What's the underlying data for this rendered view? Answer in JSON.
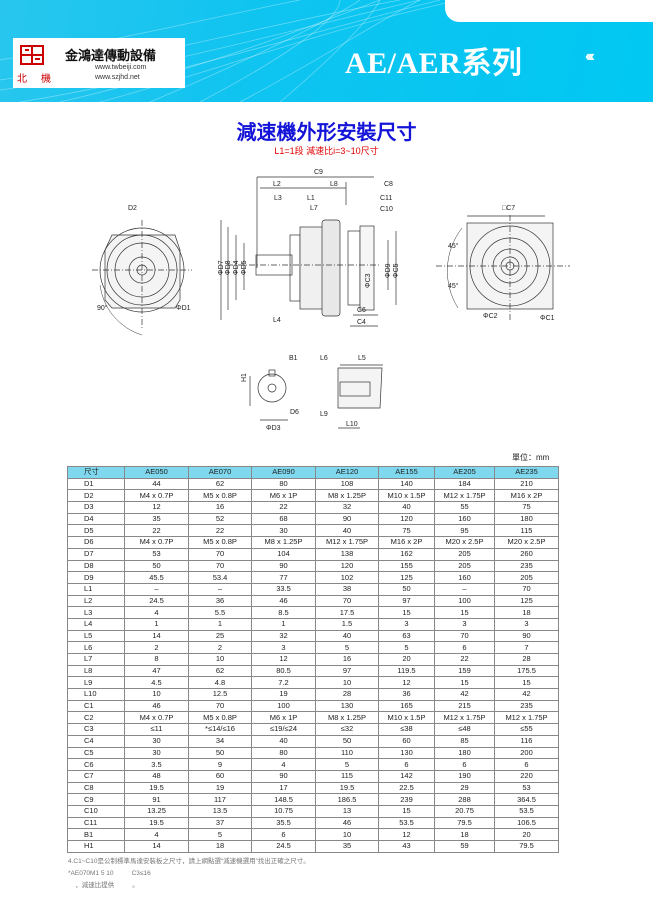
{
  "header": {
    "company": "金鴻達傳動設備",
    "logo_text": "北機",
    "urls": [
      "www.twbeiji.com",
      "www.szjhd.net"
    ],
    "series_title": "AE/AER系列",
    "chevrons": "‹‹‹",
    "brand_color": "#00c8f2"
  },
  "title": "減速機外形安裝尺寸",
  "subtitle": "L1=1段 減速比i=3~10尺寸",
  "drawing_labels": {
    "c9": "C9",
    "l2": "L2",
    "l8": "L8",
    "c8": "C8",
    "l3": "L3",
    "l1": "L1",
    "l7": "L7",
    "c11": "C11",
    "c10": "C10",
    "d7": "ΦD7",
    "d8": "ΦD8",
    "d4": "ΦD4",
    "d5": "ΦD5",
    "d9": "ΦD9",
    "c5": "ΦC5",
    "c3": "ΦC3",
    "l4": "L4",
    "c6": "C6",
    "c4": "C4",
    "d2": "D2",
    "d1": "ΦD1",
    "c7": "□C7",
    "c2": "ΦC2",
    "c1": "ΦC1",
    "a45a": "45°",
    "a45b": "45°",
    "a90": "90°",
    "b1": "B1",
    "h1": "H1",
    "d6": "D6",
    "d3": "ΦD3",
    "l6": "L6",
    "l5": "L5",
    "l9": "L9",
    "l10": "L10"
  },
  "unit": "單位：mm",
  "table": {
    "headers": [
      "尺寸",
      "AE050",
      "AE070",
      "AE090",
      "AE120",
      "AE155",
      "AE205",
      "AE235"
    ],
    "rows": [
      [
        "D1",
        "44",
        "62",
        "80",
        "108",
        "140",
        "184",
        "210"
      ],
      [
        "D2",
        "M4 x 0.7P",
        "M5 x 0.8P",
        "M6 x 1P",
        "M8 x 1.25P",
        "M10 x 1.5P",
        "M12 x 1.75P",
        "M16 x 2P"
      ],
      [
        "D3",
        "12",
        "16",
        "22",
        "32",
        "40",
        "55",
        "75"
      ],
      [
        "D4",
        "35",
        "52",
        "68",
        "90",
        "120",
        "160",
        "180"
      ],
      [
        "D5",
        "22",
        "22",
        "30",
        "40",
        "75",
        "95",
        "115"
      ],
      [
        "D6",
        "M4 x 0.7P",
        "M5 x 0.8P",
        "M8 x 1.25P",
        "M12 x 1.75P",
        "M16 x 2P",
        "M20 x 2.5P",
        "M20 x 2.5P"
      ],
      [
        "D7",
        "53",
        "70",
        "104",
        "138",
        "162",
        "205",
        "260"
      ],
      [
        "D8",
        "50",
        "70",
        "90",
        "120",
        "155",
        "205",
        "235"
      ],
      [
        "D9",
        "45.5",
        "53.4",
        "77",
        "102",
        "125",
        "160",
        "205"
      ],
      [
        "L1",
        "–",
        "–",
        "33.5",
        "38",
        "50",
        "–",
        "70"
      ],
      [
        "L2",
        "24.5",
        "36",
        "46",
        "70",
        "97",
        "100",
        "125"
      ],
      [
        "L3",
        "4",
        "5.5",
        "8.5",
        "17.5",
        "15",
        "15",
        "18"
      ],
      [
        "L4",
        "1",
        "1",
        "1",
        "1.5",
        "3",
        "3",
        "3"
      ],
      [
        "L5",
        "14",
        "25",
        "32",
        "40",
        "63",
        "70",
        "90"
      ],
      [
        "L6",
        "2",
        "2",
        "3",
        "5",
        "5",
        "6",
        "7"
      ],
      [
        "L7",
        "8",
        "10",
        "12",
        "16",
        "20",
        "22",
        "28"
      ],
      [
        "L8",
        "47",
        "62",
        "80.5",
        "97",
        "119.5",
        "159",
        "175.5"
      ],
      [
        "L9",
        "4.5",
        "4.8",
        "7.2",
        "10",
        "12",
        "15",
        "15"
      ],
      [
        "L10",
        "10",
        "12.5",
        "19",
        "28",
        "36",
        "42",
        "42"
      ],
      [
        "C1",
        "46",
        "70",
        "100",
        "130",
        "165",
        "215",
        "235"
      ],
      [
        "C2",
        "M4 x 0.7P",
        "M5 x 0.8P",
        "M6 x 1P",
        "M8 x 1.25P",
        "M10 x 1.5P",
        "M12 x 1.75P",
        "M12 x 1.75P"
      ],
      [
        "C3",
        "≤11",
        "*≤14/≤16",
        "≤19/≤24",
        "≤32",
        "≤38",
        "≤48",
        "≤55"
      ],
      [
        "C4",
        "30",
        "34",
        "40",
        "50",
        "60",
        "85",
        "116"
      ],
      [
        "C5",
        "30",
        "50",
        "80",
        "110",
        "130",
        "180",
        "200"
      ],
      [
        "C6",
        "3.5",
        "9",
        "4",
        "5",
        "6",
        "6",
        "6"
      ],
      [
        "C7",
        "48",
        "60",
        "90",
        "115",
        "142",
        "190",
        "220"
      ],
      [
        "C8",
        "19.5",
        "19",
        "17",
        "19.5",
        "22.5",
        "29",
        "53"
      ],
      [
        "C9",
        "91",
        "117",
        "148.5",
        "186.5",
        "239",
        "288",
        "364.5"
      ],
      [
        "C10",
        "13.25",
        "13.5",
        "10.75",
        "13",
        "15",
        "20.75",
        "53.5"
      ],
      [
        "C11",
        "19.5",
        "37",
        "35.5",
        "46",
        "53.5",
        "79.5",
        "106.5"
      ],
      [
        "B1",
        "4",
        "5",
        "6",
        "10",
        "12",
        "18",
        "20"
      ],
      [
        "H1",
        "14",
        "18",
        "24.5",
        "35",
        "43",
        "59",
        "79.5"
      ]
    ]
  },
  "notes": [
    "4.C1~C10是公制標準馬達安裝板之尺寸，請上網點選“減速機選用”找出正確之尺寸。",
    "*AE070M1 5 10          C3≤16",
    "    ，減速比提供          。"
  ]
}
